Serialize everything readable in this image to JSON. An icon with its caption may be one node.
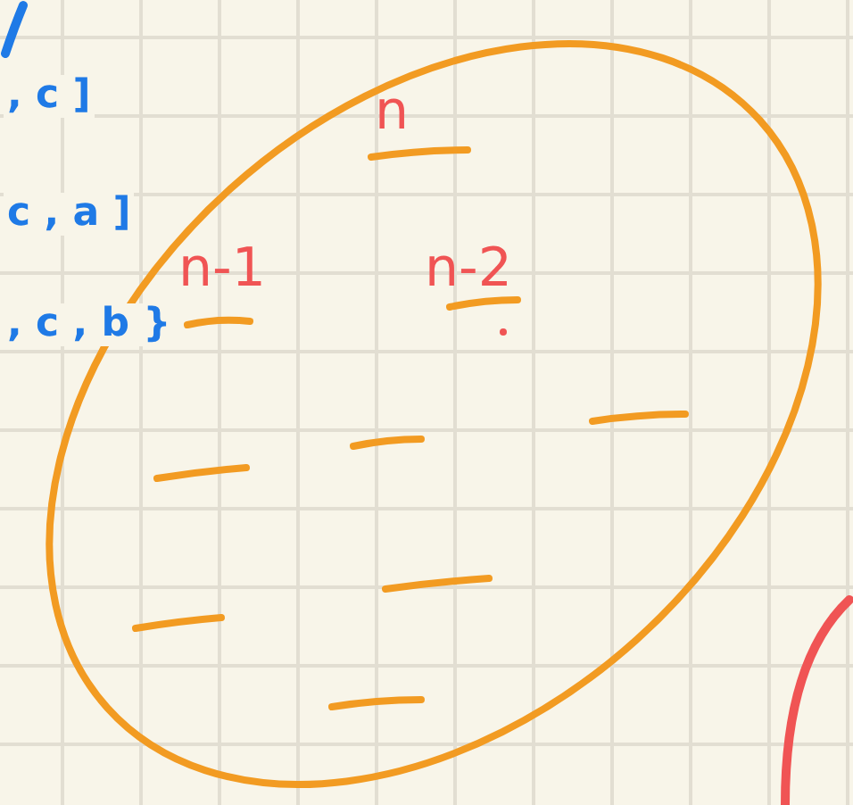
{
  "diagram": {
    "nodes": [
      {
        "text": [
          "n",
          "n-1",
          "n-2"
        ]
      }
    ],
    "labels": [
      ", c ]",
      "c , a ]",
      ", c , b }"
    ]
  }
}
